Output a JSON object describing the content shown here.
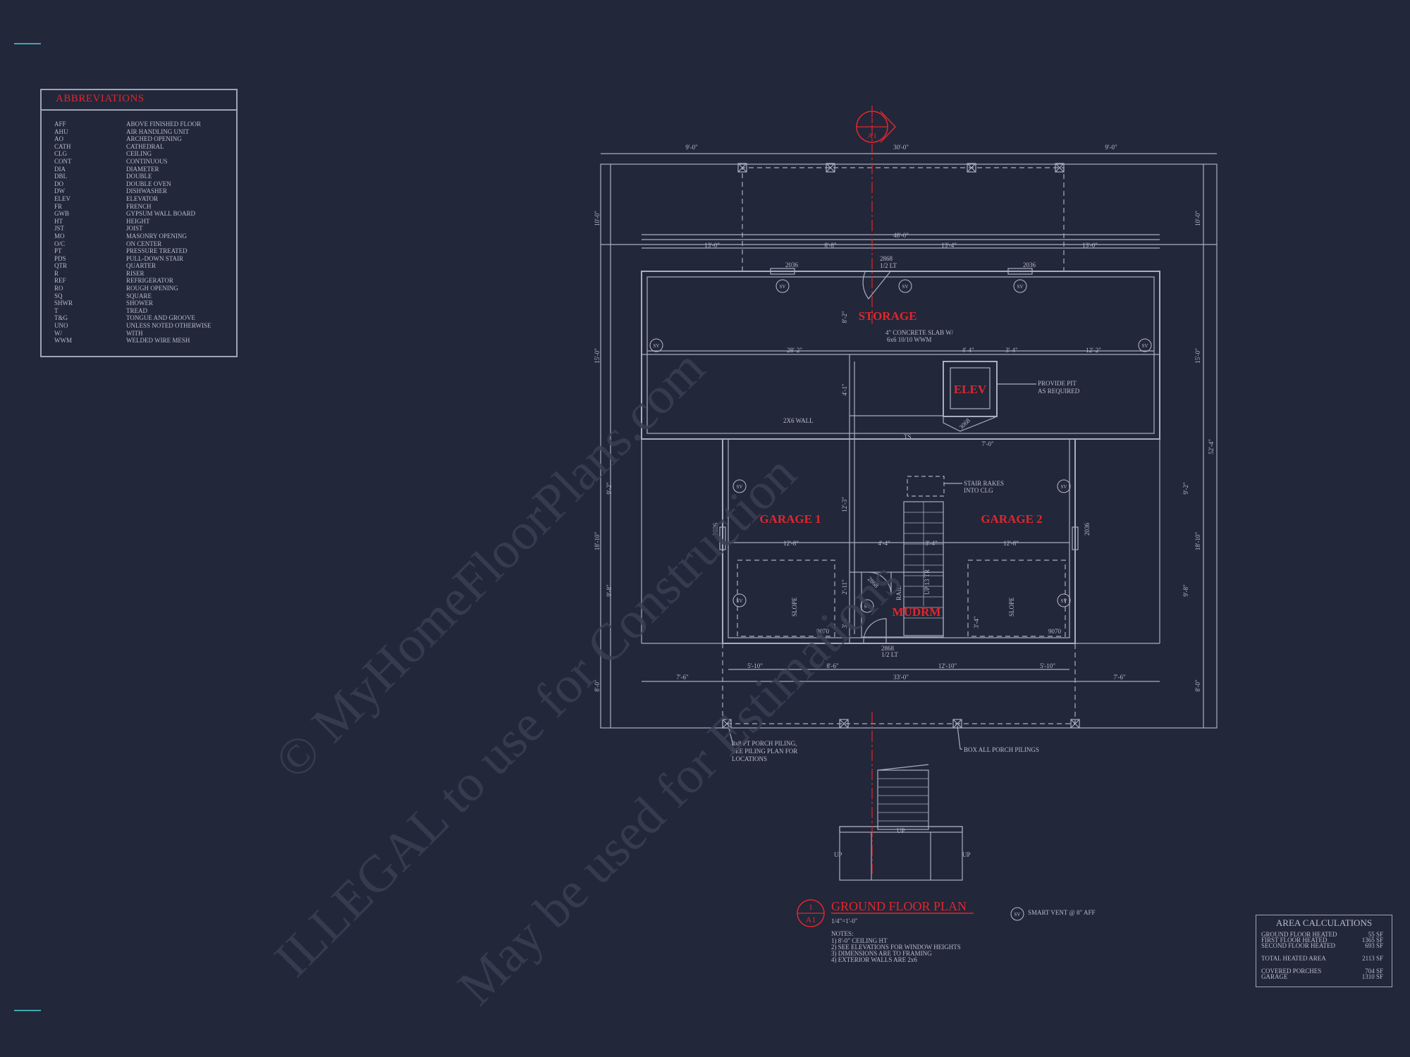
{
  "abbreviations": {
    "title": "ABBREVIATIONS",
    "items": [
      {
        "code": "AFF",
        "meaning": "ABOVE FINISHED FLOOR"
      },
      {
        "code": "AHU",
        "meaning": "AIR HANDLING UNIT"
      },
      {
        "code": "AO",
        "meaning": "ARCHED OPENING"
      },
      {
        "code": "CATH",
        "meaning": "CATHEDRAL"
      },
      {
        "code": "CLG",
        "meaning": "CEILING"
      },
      {
        "code": "CONT",
        "meaning": "CONTINUOUS"
      },
      {
        "code": "DIA",
        "meaning": "DIAMETER"
      },
      {
        "code": "DBL",
        "meaning": "DOUBLE"
      },
      {
        "code": "DO",
        "meaning": "DOUBLE OVEN"
      },
      {
        "code": "DW",
        "meaning": "DISHWASHER"
      },
      {
        "code": "ELEV",
        "meaning": "ELEVATOR"
      },
      {
        "code": "FR",
        "meaning": "FRENCH"
      },
      {
        "code": "GWB",
        "meaning": "GYPSUM WALL BOARD"
      },
      {
        "code": "HT",
        "meaning": "HEIGHT"
      },
      {
        "code": "JST",
        "meaning": "JOIST"
      },
      {
        "code": "MO",
        "meaning": "MASONRY OPENING"
      },
      {
        "code": "O/C",
        "meaning": "ON CENTER"
      },
      {
        "code": "PT",
        "meaning": "PRESSURE TREATED"
      },
      {
        "code": "PDS",
        "meaning": "PULL-DOWN STAIR"
      },
      {
        "code": "QTR",
        "meaning": "QUARTER"
      },
      {
        "code": "R",
        "meaning": "RISER"
      },
      {
        "code": "REF",
        "meaning": "REFRIGERATOR"
      },
      {
        "code": "RO",
        "meaning": "ROUGH OPENING"
      },
      {
        "code": "SQ",
        "meaning": "SQUARE"
      },
      {
        "code": "SHWR",
        "meaning": "SHOWER"
      },
      {
        "code": "T",
        "meaning": "TREAD"
      },
      {
        "code": "T&G",
        "meaning": "TONGUE AND GROOVE"
      },
      {
        "code": "UNO",
        "meaning": "UNLESS NOTED OTHERWISE"
      },
      {
        "code": "W/",
        "meaning": "WITH"
      },
      {
        "code": "WWM",
        "meaning": "WELDED WIRE MESH"
      }
    ]
  },
  "plan": {
    "section_marker": {
      "num": "1",
      "sheet": "A1"
    },
    "rooms": {
      "storage": "STORAGE",
      "elev": "ELEV",
      "garage1": "GARAGE 1",
      "garage2": "GARAGE 2",
      "mudrm": "MUDRM"
    },
    "notes": {
      "slab": "4\" CONCRETE SLAB W/",
      "slab2": "6x6 10/10 WWM",
      "pit": "PROVIDE PIT",
      "pit2": "AS REQUIRED",
      "wall": "2X6 WALL",
      "ts": "TS",
      "rakes": "STAIR RAKES",
      "rakes2": "INTO CLG",
      "piling1": "8x8 PT PORCH PILING,",
      "piling2": "SEE PILING PLAN FOR",
      "piling3": "LOCATIONS",
      "box": "BOX ALL PORCH PILINGS",
      "slope": "SLOPE",
      "rail": "RAIL",
      "up": "UP",
      "ts_up": "UP 13 TR"
    },
    "vent_label": "SV",
    "doors": {
      "d2868": "2868",
      "half_lt": "1/2 LT",
      "d2036": "2036",
      "d3068": "3068",
      "d9070": "9070",
      "d2868b": "2868"
    },
    "dims": {
      "top_9a": "9'-0\"",
      "top_30": "30'-0\"",
      "top_9b": "9'-0\"",
      "d48": "48'-0\"",
      "d13a": "13'-0\"",
      "d8_8": "8'-8\"",
      "d13_4": "13'-4\"",
      "d13b": "13'-0\"",
      "d28_2": "28'-2\"",
      "d4_4": "4'-4\"",
      "d3_4": "3'-4\"",
      "d12_2": "12'-2\"",
      "d7_0": "7'-0\"",
      "d12_8a": "12'-8\"",
      "d4_4b": "4'-4\"",
      "d3_4b": "3'-4\"",
      "d12_8b": "12'-8\"",
      "d5_10a": "5'-10\"",
      "d8_6": "8'-6\"",
      "d12_10": "12'-10\"",
      "d5_10b": "5'-10\"",
      "d7_6a": "7'-6\"",
      "d33": "33'-0\"",
      "d7_6b": "7'-6\"",
      "l10": "10'-0\"",
      "l15": "15'-0\"",
      "l18_10": "18'-10\"",
      "l8": "8'-0\"",
      "l9_2": "9'-2\"",
      "l9_8": "9'-8\"",
      "r10": "10'-0\"",
      "r15": "15'-0\"",
      "r52_4": "52'-4\"",
      "r18_10": "18'-10\"",
      "r8": "8'-0\"",
      "r9_2": "9'-2\"",
      "r9_8": "9'-8\"",
      "v8_2": "8'-2\"",
      "v4_1": "4'-1\"",
      "v12_3": "12'-3\"",
      "v2_11": "2'-11\"",
      "v3_4": "3'-4\"",
      "v3_4b": "3'-4\""
    }
  },
  "title_block": {
    "num": "1",
    "sheet": "A1",
    "title": "GROUND FLOOR PLAN",
    "scale": "1/4\"=1'-0\"",
    "notes_header": "NOTES:",
    "notes": [
      "1) 8'-0\" CEILING HT",
      "2) SEE ELEVATIONS FOR WINDOW HEIGHTS",
      "3) DIMENSIONS ARE TO FRAMING",
      "4) EXTERIOR WALLS ARE 2x6"
    ]
  },
  "legend": {
    "symbol": "SV",
    "text": "SMART VENT @ 8\" AFF"
  },
  "area": {
    "title": "AREA CALCULATIONS",
    "rows": [
      {
        "label": "GROUND FLOOR HEATED",
        "value": "55 SF"
      },
      {
        "label": "FIRST FLOOR HEATED",
        "value": "1365 SF"
      },
      {
        "label": "SECOND FLOOR HEATED",
        "value": "693 SF"
      },
      {
        "label": "TOTAL HEATED AREA",
        "value": "2113 SF"
      },
      {
        "label": "COVERED PORCHES",
        "value": "704 SF"
      },
      {
        "label": "GARAGE",
        "value": "1310 SF"
      }
    ]
  },
  "watermark": {
    "line1": "© MyHomeFloorPlans.com",
    "line2": "ILLEGAL to use for Construction",
    "line3": "May be used for Estimations"
  },
  "colors": {
    "background": "#22273a",
    "lines": "#a9aebf",
    "accent": "#e3262b",
    "tick": "#3fa7b0"
  }
}
